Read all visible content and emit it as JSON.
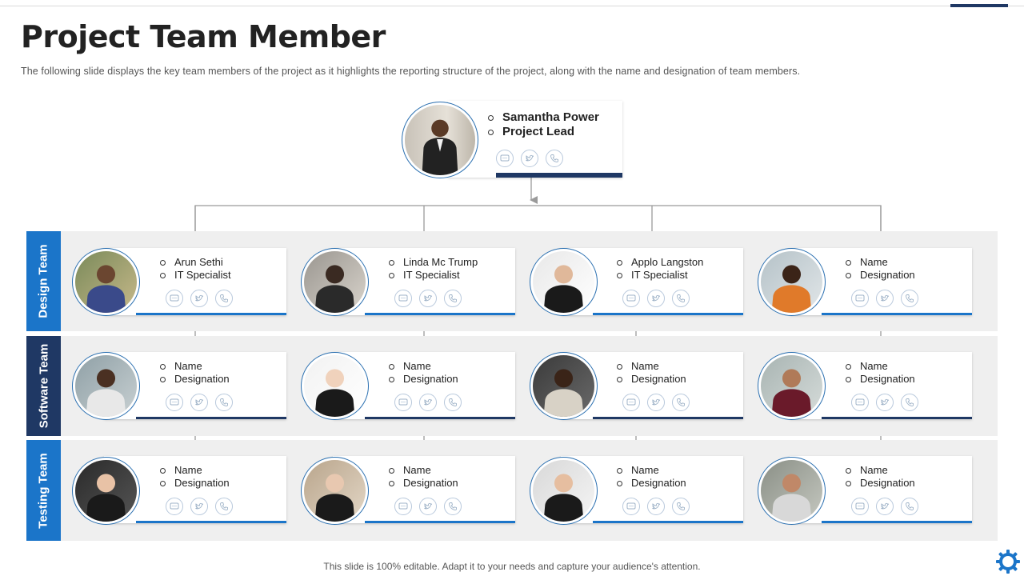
{
  "title": "Project Team Member",
  "subtitle": "The following  slide displays the key team members of the project as it highlights the reporting  structure of the project, along with the name and designation of  team members.",
  "footer": "This slide is 100% editable. Adapt it to your needs and capture your audience's attention.",
  "lead": {
    "name": "Samantha Power",
    "designation": "Project Lead"
  },
  "teams": [
    {
      "label": "Design Team",
      "members": [
        {
          "name": "Arun Sethi",
          "designation": "IT Specialist"
        },
        {
          "name": "Linda Mc Trump",
          "designation": "IT Specialist"
        },
        {
          "name": "Applo Langston",
          "designation": "IT Specialist"
        },
        {
          "name": "Name",
          "designation": "Designation"
        }
      ]
    },
    {
      "label": "Software Team",
      "members": [
        {
          "name": "Name",
          "designation": "Designation"
        },
        {
          "name": "Name",
          "designation": "Designation"
        },
        {
          "name": "Name",
          "designation": "Designation"
        },
        {
          "name": "Name",
          "designation": "Designation"
        }
      ]
    },
    {
      "label": "Testing Team",
      "members": [
        {
          "name": "Name",
          "designation": "Designation"
        },
        {
          "name": "Name",
          "designation": "Designation"
        },
        {
          "name": "Name",
          "designation": "Designation"
        },
        {
          "name": "Name",
          "designation": "Designation"
        }
      ]
    }
  ],
  "icons": [
    "chat-icon",
    "twitter-icon",
    "phone-icon"
  ],
  "colors": {
    "accent_blue": "#1b75c9",
    "navy": "#1f3864",
    "band_gray": "#efefef"
  }
}
